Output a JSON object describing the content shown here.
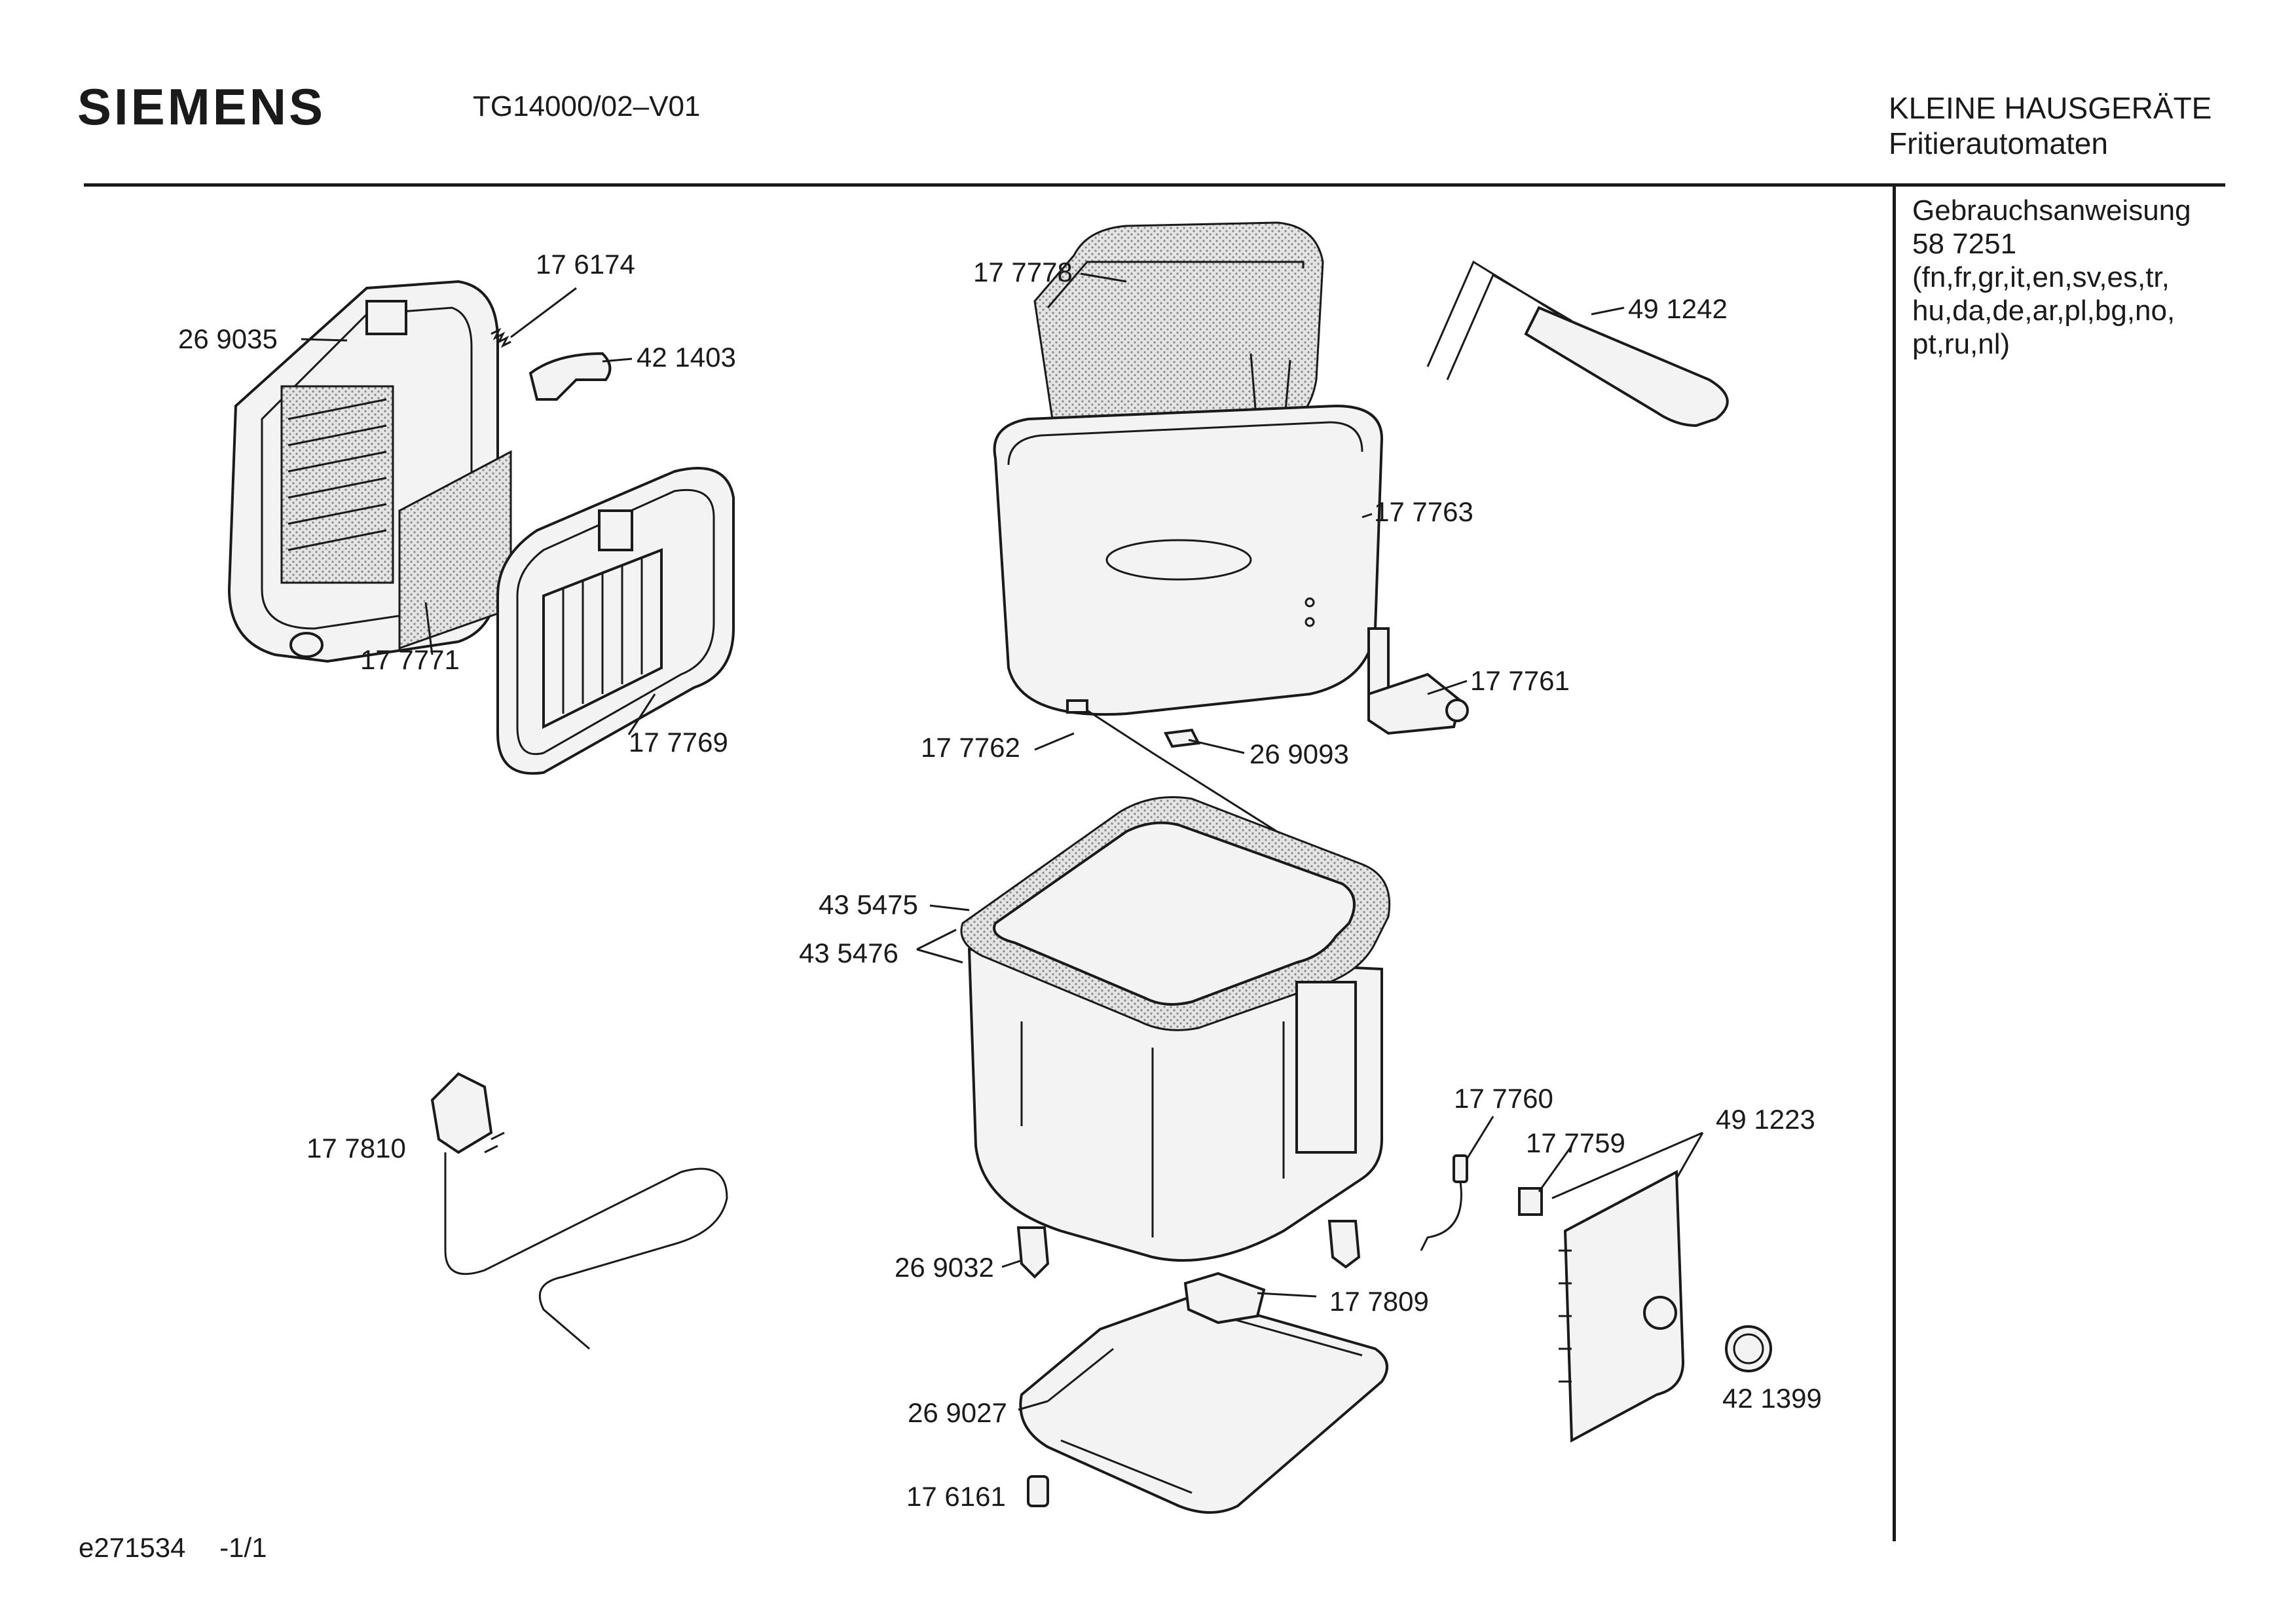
{
  "header": {
    "brand": "SIEMENS",
    "model": "TG14000/02–V01",
    "category": "KLEINE HAUSGERÄTE",
    "subcategory": "Fritierautomaten"
  },
  "sidebar": {
    "lines": [
      "Gebrauchsanweisung",
      "58 7251",
      "(fn,fr,gr,it,en,sv,es,tr,",
      "hu,da,de,ar,pl,bg,no,",
      "pt,ru,nl)"
    ]
  },
  "parts": [
    "17 6174",
    "26 9035",
    "42 1403",
    "17 7771",
    "17 7769",
    "17 7778",
    "49 1242",
    "17 7763",
    "17 7761",
    "17 7762",
    "26 9093",
    "43 5475",
    "43 5476",
    "17 7810",
    "17 7760",
    "17 7759",
    "49 1223",
    "26 9032",
    "17 7809",
    "42 1399",
    "26 9027",
    "17 6161"
  ],
  "footer": {
    "doc_id": "e271534",
    "page": "-1/1"
  }
}
